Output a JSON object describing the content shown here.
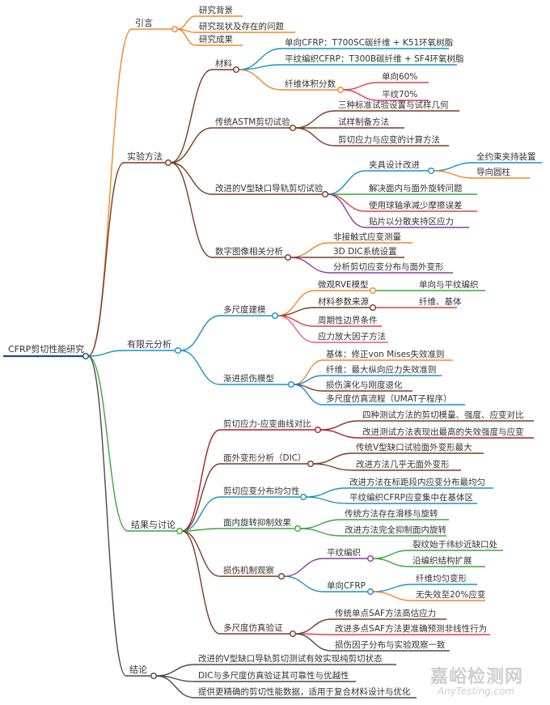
{
  "root": "CFRP剪切性能研究",
  "colors": [
    "#f0882a",
    "#7a3b23",
    "#1a90c8",
    "#3aa83a",
    "#4a4a4a"
  ],
  "branches": [
    {
      "label": "引言",
      "children": [
        {
          "label": "研究背景"
        },
        {
          "label": "研究现状及存在的问题"
        },
        {
          "label": "研究成果"
        }
      ]
    },
    {
      "label": "实验方法",
      "children": [
        {
          "label": "材料",
          "children": [
            {
              "label": "单向CFRP：T700SC碳纤维 + K51环氧树脂"
            },
            {
              "label": "平纹编织CFRP：T300B碳纤维 + SF4环氧树脂"
            },
            {
              "label": "纤维体积分数",
              "children": [
                {
                  "label": "单向60%"
                },
                {
                  "label": "平纹70%"
                }
              ]
            }
          ]
        },
        {
          "label": "传统ASTM剪切试验",
          "children": [
            {
              "label": "三种标准试验设置与试样几何"
            },
            {
              "label": "试样制备方法"
            },
            {
              "label": "剪切应力与应变的计算方法"
            }
          ]
        },
        {
          "label": "改进的V型缺口导轨剪切试验",
          "children": [
            {
              "label": "夹具设计改进",
              "children": [
                {
                  "label": "全约束夹持装置"
                },
                {
                  "label": "导向圆柱"
                }
              ]
            },
            {
              "label": "解决面内与面外旋转问题"
            },
            {
              "label": "使用球轴承减少摩擦误差"
            },
            {
              "label": "贴片以分散夹持区应力"
            }
          ]
        },
        {
          "label": "数字图像相关分析",
          "children": [
            {
              "label": "非接触式应变测量"
            },
            {
              "label": "3D DIC系统设置"
            },
            {
              "label": "分析剪切应变分布与面外变形"
            }
          ]
        }
      ]
    },
    {
      "label": "有限元分析",
      "children": [
        {
          "label": "多尺度建模",
          "children": [
            {
              "label": "微观RVE模型",
              "children": [
                {
                  "label": "单向与平纹编织"
                }
              ]
            },
            {
              "label": "材料参数来源",
              "children": [
                {
                  "label": "纤维、基体"
                }
              ]
            },
            {
              "label": "周期性边界条件"
            },
            {
              "label": "应力放大因子方法"
            }
          ]
        },
        {
          "label": "渐进损伤模型",
          "children": [
            {
              "label": "基体：修正von Mises失效准则"
            },
            {
              "label": "纤维：最大纵向应力失效准则"
            },
            {
              "label": "损伤演化与刚度退化"
            },
            {
              "label": "多尺度仿真流程（UMAT子程序）"
            }
          ]
        }
      ]
    },
    {
      "label": "结果与讨论",
      "children": [
        {
          "label": "剪切应力-应变曲线对比",
          "children": [
            {
              "label": "四种测试方法的剪切模量、强度、应变对比"
            },
            {
              "label": "改进测试方法表现出最高的失效强度与应变"
            }
          ]
        },
        {
          "label": "面外变形分析（DIC）",
          "children": [
            {
              "label": "传统V型缺口试验面外变形最大"
            },
            {
              "label": "改进方法几乎无面外变形"
            }
          ]
        },
        {
          "label": "剪切应变分布均匀性",
          "children": [
            {
              "label": "改进方法在标距段内应变分布最均匀"
            },
            {
              "label": "平纹编织CFRP应变集中在基体区"
            }
          ]
        },
        {
          "label": "面内旋转抑制效果",
          "children": [
            {
              "label": "传统方法存在滑移与旋转"
            },
            {
              "label": "改进方法完全抑制面内旋转"
            }
          ]
        },
        {
          "label": "损伤机制观察",
          "children": [
            {
              "label": "平纹编织",
              "children": [
                {
                  "label": "裂纹始于纬纱近缺口处"
                },
                {
                  "label": "沿编织结构扩展"
                }
              ]
            },
            {
              "label": "单向CFRP",
              "children": [
                {
                  "label": "纤维均匀变形"
                },
                {
                  "label": "无失效至20%应变"
                }
              ]
            }
          ]
        },
        {
          "label": "多尺度仿真验证",
          "children": [
            {
              "label": "传统单点SAF方法高估应力"
            },
            {
              "label": "改进多点SAF方法更准确预测非线性行为"
            },
            {
              "label": "损伤因子分布与实验观察一致"
            }
          ]
        }
      ]
    },
    {
      "label": "结论",
      "children": [
        {
          "label": "改进的V型缺口导轨剪切测试有效实现纯剪切状态"
        },
        {
          "label": "DIC与多尺度仿真验证其可靠性与优越性"
        },
        {
          "label": "提供更精确的剪切性能数据，适用于复合材料设计与优化"
        }
      ]
    }
  ],
  "watermark": {
    "title": "嘉峪检测网",
    "url": "AnyTesting.com"
  }
}
